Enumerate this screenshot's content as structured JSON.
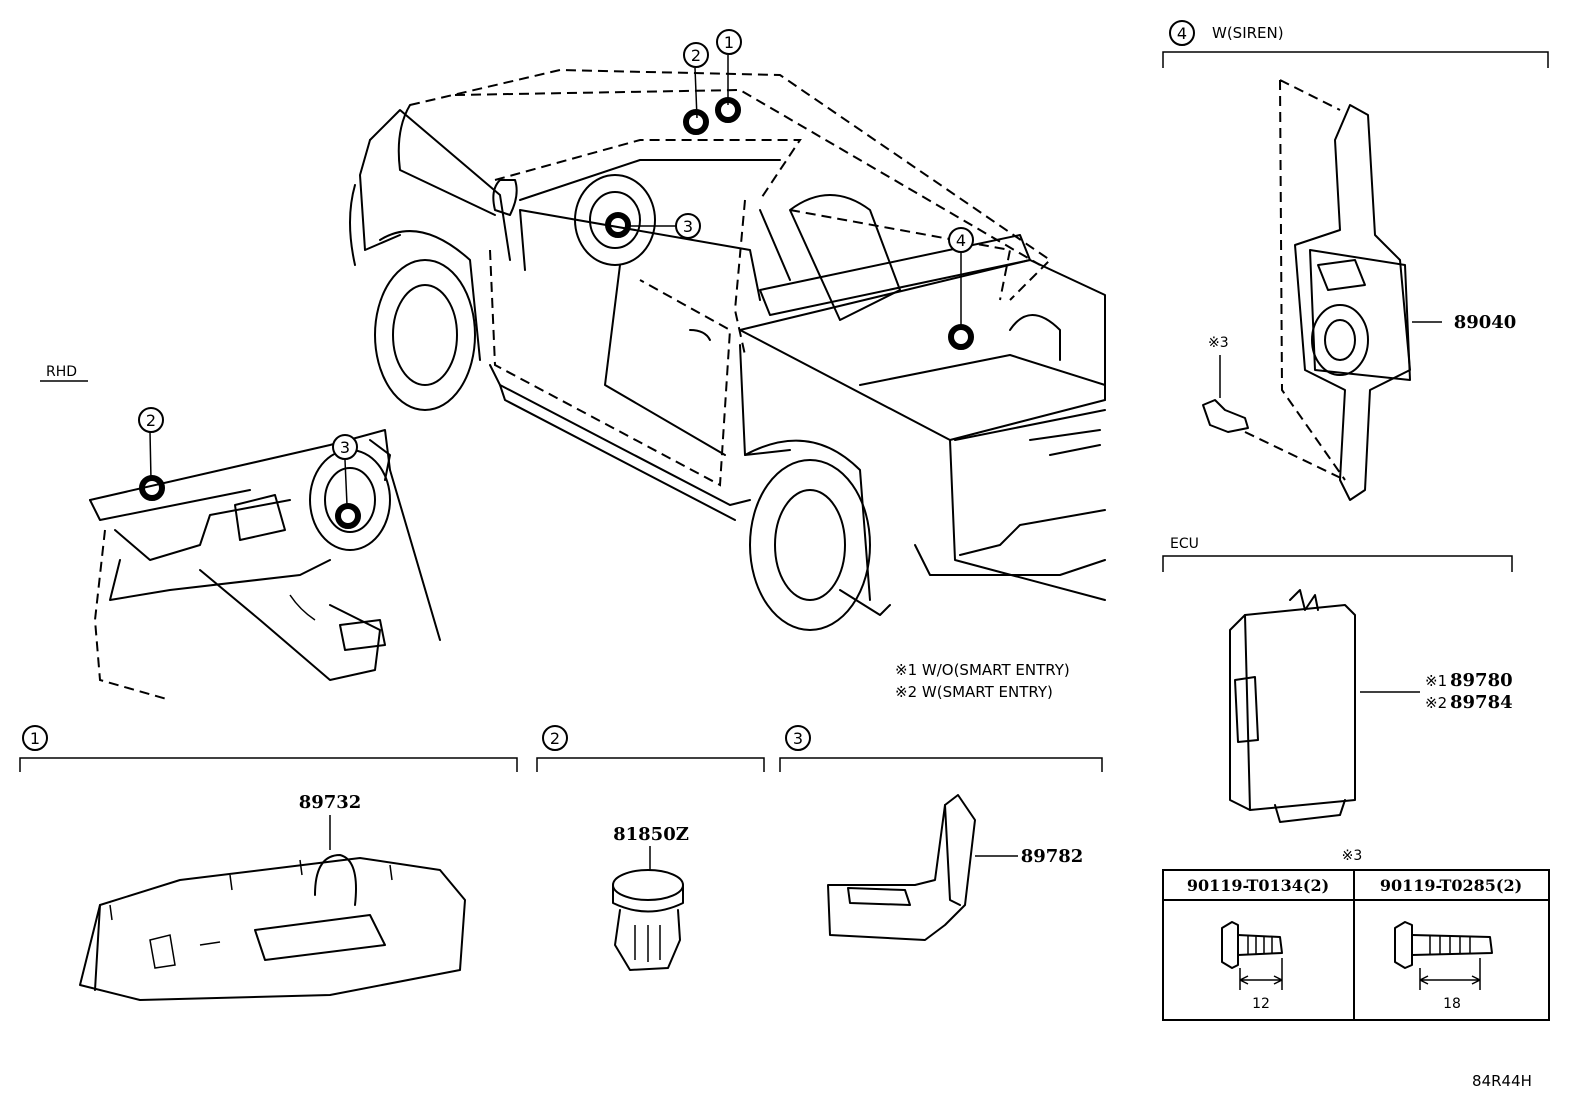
{
  "diagram_code": "84R44H",
  "rhd_label": "RHD",
  "callouts": {
    "c1": "1",
    "c2": "2",
    "c3": "3",
    "c4": "4"
  },
  "notes": {
    "n1": "※1 W/O(SMART ENTRY)",
    "n2": "※2 W(SMART ENTRY)"
  },
  "sections": {
    "s1": {
      "num": "1"
    },
    "s2": {
      "num": "2"
    },
    "s3": {
      "num": "3"
    },
    "s4": {
      "num": "4",
      "title": "W(SIREN)"
    },
    "ecu": {
      "title": "ECU"
    }
  },
  "parts": {
    "p89732": "89732",
    "p81850z": "81850Z",
    "p89782": "89782",
    "p89040": "89040",
    "p89780_mark": "※1",
    "p89780": "89780",
    "p89784_mark": "※2",
    "p89784": "89784",
    "bolt_ref": "※3"
  },
  "bolt_table": {
    "title": "※3",
    "col1": {
      "part": "90119-T0134(2)",
      "length": "12"
    },
    "col2": {
      "part": "90119-T0285(2)",
      "length": "18"
    }
  }
}
